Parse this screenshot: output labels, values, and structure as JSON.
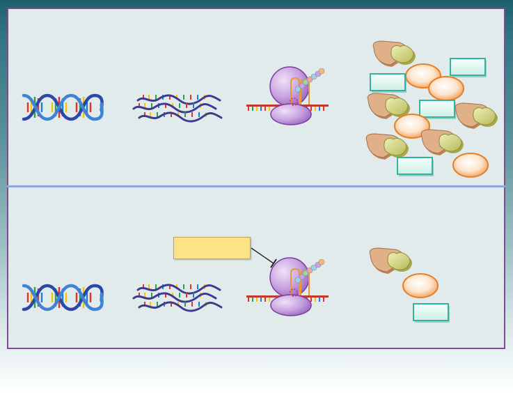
{
  "panels": [
    {
      "id": "top",
      "protein_count": "many"
    },
    {
      "id": "bottom",
      "protein_count": "few",
      "inhibitor_label": ""
    }
  ],
  "colors": {
    "background_top": "#1f5f6b",
    "panel": "#e1ebeb",
    "panel_border": "#7b4c8e",
    "divider": "#8ea6d8",
    "ribosome": "#c9a3e0",
    "inhibitor_box": "#fde386",
    "protein_brown": "#d9a67e",
    "protein_yellow": "#d5d68a",
    "protein_orange": "#f8b47a",
    "protein_teal": "#2fb59f"
  },
  "icons": [
    "dna-double-helix-icon",
    "mrna-strands-icon",
    "ribosome-icon",
    "protein-cluster-icon",
    "inhibition-arrow-icon"
  ]
}
